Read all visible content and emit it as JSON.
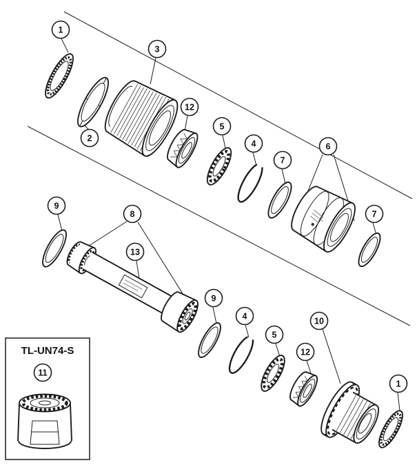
{
  "figure": {
    "background": "#ffffff",
    "ink": "#1c1c1c",
    "tool_box": {
      "title": "TL-UN74-S"
    },
    "callouts": [
      {
        "label": "1"
      },
      {
        "label": "2"
      },
      {
        "label": "3"
      },
      {
        "label": "12"
      },
      {
        "label": "5"
      },
      {
        "label": "4"
      },
      {
        "label": "7"
      },
      {
        "label": "6"
      },
      {
        "label": "7"
      },
      {
        "label": "9"
      },
      {
        "label": "8"
      },
      {
        "label": "13"
      },
      {
        "label": "9"
      },
      {
        "label": "4"
      },
      {
        "label": "5"
      },
      {
        "label": "12"
      },
      {
        "label": "10"
      },
      {
        "label": "1"
      },
      {
        "label": "11"
      }
    ]
  }
}
